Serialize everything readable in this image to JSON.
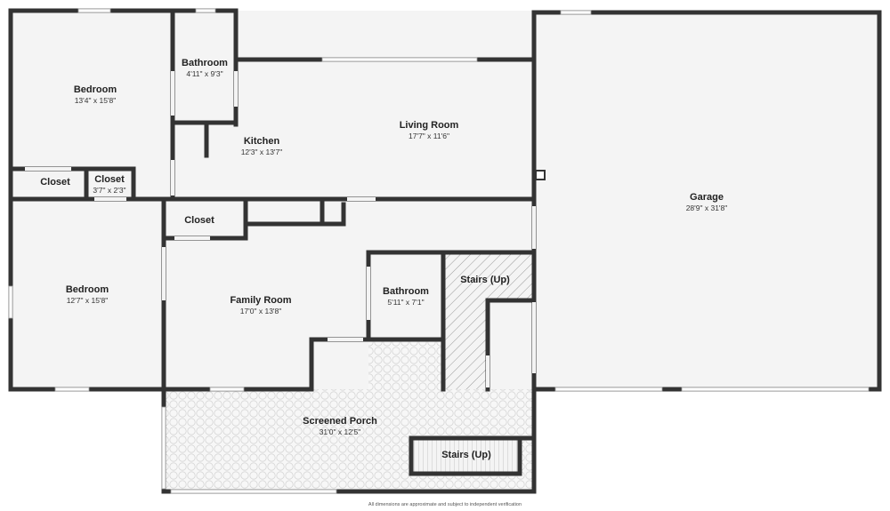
{
  "rooms": {
    "bedroom_1": {
      "name": "Bedroom",
      "dims": "13'4\" x 15'8\""
    },
    "bathroom_1": {
      "name": "Bathroom",
      "dims": "4'11\" x 9'3\""
    },
    "kitchen": {
      "name": "Kitchen",
      "dims": "12'3\" x 13'7\""
    },
    "living_room": {
      "name": "Living Room",
      "dims": "17'7\" x 11'6\""
    },
    "garage": {
      "name": "Garage",
      "dims": "28'9\" x 31'8\""
    },
    "closet_1": {
      "name": "Closet"
    },
    "closet_2": {
      "name": "Closet",
      "dims": "3'7\" x 2'3\""
    },
    "closet_3": {
      "name": "Closet"
    },
    "bedroom_2": {
      "name": "Bedroom",
      "dims": "12'7\" x 15'8\""
    },
    "family_room": {
      "name": "Family Room",
      "dims": "17'0\" x 13'8\""
    },
    "bathroom_2": {
      "name": "Bathroom",
      "dims": "5'11\" x 7'1\""
    },
    "stairs_1": {
      "name": "Stairs (Up)"
    },
    "screened_porch": {
      "name": "Screened Porch",
      "dims": "31'0\" x 12'5\""
    },
    "stairs_2": {
      "name": "Stairs (Up)"
    }
  },
  "footer": "All dimensions are approximate and subject to independent verification",
  "colors": {
    "wall": "#333333",
    "floor": "#f4f4f4",
    "window": "#ffffff",
    "hatch": "#9a9a9a",
    "tile": "#d6d6d6"
  }
}
